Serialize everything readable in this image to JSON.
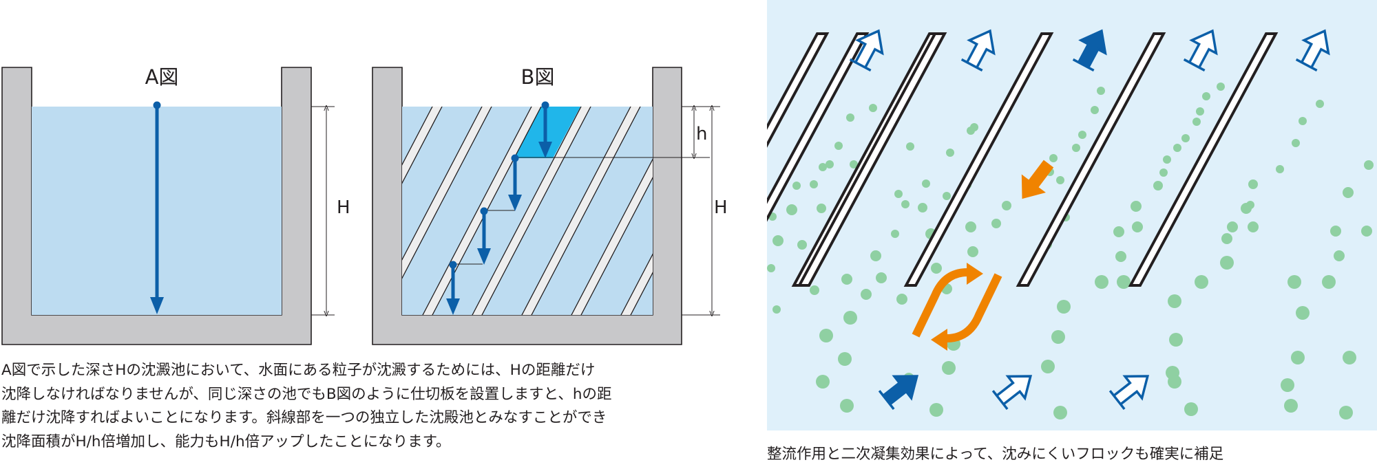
{
  "figure_a": {
    "title": "A図",
    "depth_label": "H"
  },
  "figure_b": {
    "title": "B図",
    "depth_label": "H",
    "partition_label": "h"
  },
  "caption_left": [
    "A図で示した深さHの沈澱池において、水面にある粒子が沈澱するためには、Hの距離だけ",
    "沈降しなければなりませんが、同じ深さの池でもB図のように仕切板を設置しますと、hの距",
    "離だけ沈降すればよいことになります。斜線部を一つの独立した沈殿池とみなすことができ",
    "沈降面積がH/h倍増加し、能力もH/h倍アップしたことになります。"
  ],
  "caption_right": "整流作用と二次凝集効果によって、沈みにくいフロックも確実に補足",
  "colors": {
    "tank_wall": "#c8c8ca",
    "water": "#bddcf1",
    "arrow_blue": "#0c5fa8",
    "zone_cyan": "#20b6ea",
    "plate_fill": "#eeeeee",
    "panel_bg": "#dff0fa",
    "floc_green": "#8fd0a2",
    "vortex_orange": "#f08300"
  }
}
